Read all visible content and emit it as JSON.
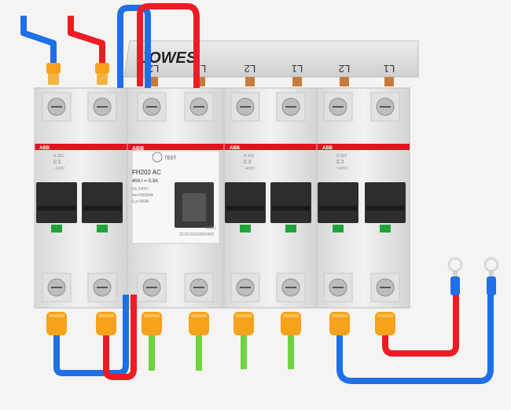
{
  "busbar": {
    "brand": "JOWES",
    "labels": [
      "L2",
      "L1",
      "L2",
      "L1",
      "L2",
      "L1"
    ]
  },
  "rcd": {
    "brand": "ABB",
    "test_label": "TEST",
    "model": "FH202 AC",
    "rating": "40A  I = 0,3A",
    "spec_1": "Un 240V~",
    "spec_2": "Inc=10000A",
    "spec_3": "I△n 500A",
    "code_1": "A001",
    "code_2": "2CSF202006R3400"
  },
  "breakers": [
    {
      "brand": "ABB",
      "spec_1": "S 202",
      "spec_2": "C 2",
      "spec_3": "~400V"
    },
    {
      "brand": "ABB",
      "spec_1": "S 202",
      "spec_2": "C 2",
      "spec_3": "~400V"
    },
    {
      "brand": "ABB",
      "spec_1": "S 202",
      "spec_2": "C 2",
      "spec_3": "~400V"
    }
  ],
  "colors": {
    "live": "#ee1b24",
    "neutral": "#1e6fe8",
    "earth": "#6fd23f",
    "ferrule": "#f7a21b",
    "abb_red": "#d8181f",
    "handle": "#2d2d2d",
    "indicator": "#1fa33a",
    "body": "#e9e9e9"
  }
}
